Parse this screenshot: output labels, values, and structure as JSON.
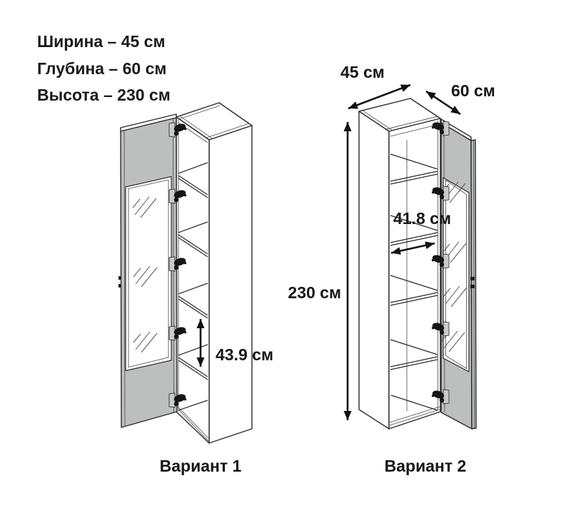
{
  "specs": {
    "width": "Ширина – 45 см",
    "depth": "Глубина – 60 см",
    "height": "Высота – 230 см"
  },
  "variant1": {
    "caption": "Вариант 1",
    "shelf_spacing": "43.9 см"
  },
  "variant2": {
    "caption": "Вариант 2",
    "width": "45 см",
    "depth": "60 см",
    "height": "230 см",
    "interior_width": "41.8 см"
  },
  "colors": {
    "line": "#2b2b2b",
    "door_gray": "#bdbfbf",
    "glass_white": "#ffffff",
    "text": "#1b1b1b",
    "arrow": "#111111"
  }
}
